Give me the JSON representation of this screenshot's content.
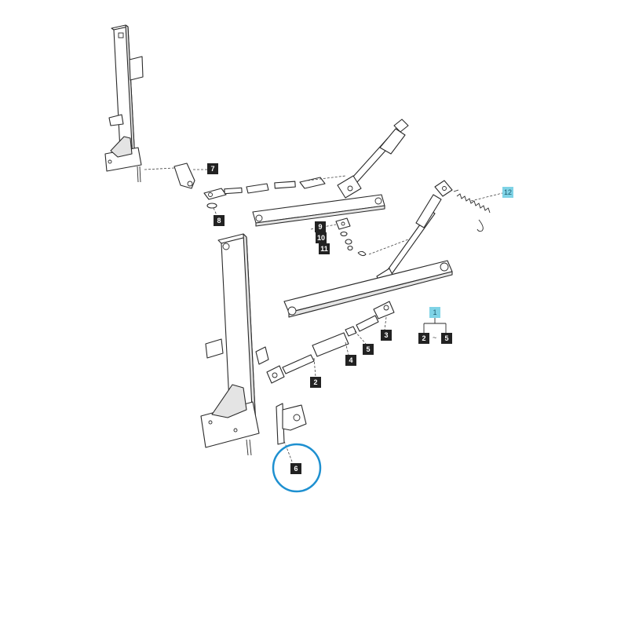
{
  "diagram": {
    "callouts": {
      "c7": "7",
      "c8": "8",
      "c9": "9",
      "c10": "10",
      "c11": "11",
      "c12": "12",
      "c1": "1",
      "c2a": "2",
      "c5a": "5",
      "c3": "3",
      "c5": "5",
      "c4": "4",
      "c2": "2",
      "c6": "6"
    },
    "group_separator": "~",
    "colors": {
      "line": "#2a2a2a",
      "callout_dark": "#222222",
      "callout_highlight": "#7fd3e6",
      "highlight_ring": "#1e90d0"
    },
    "highlighted_callout": "6"
  }
}
